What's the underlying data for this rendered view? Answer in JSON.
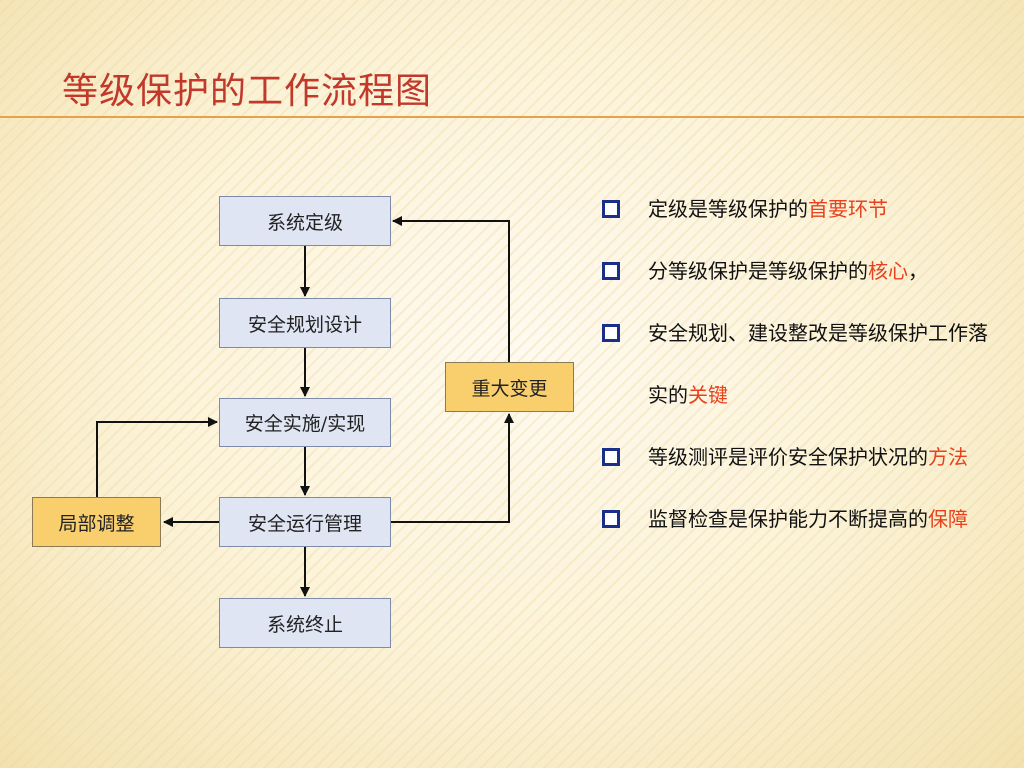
{
  "title": "等级保护的工作流程图",
  "colors": {
    "title": "#c0392b",
    "highlight": "#e8411e",
    "box_blue": "#dfe5f3",
    "box_orange": "#f9cf6e",
    "bullet_marker": "#1a2f8a"
  },
  "flow": {
    "boxes": {
      "grading": "系统定级",
      "planning": "安全规划设计",
      "implementation": "安全实施/实现",
      "operation": "安全运行管理",
      "termination": "系统终止",
      "major_change": "重大变更",
      "partial_adjust": "局部调整"
    }
  },
  "bullets": [
    {
      "prefix": "定级是等级保护的",
      "highlight": "首要环节",
      "suffix": ""
    },
    {
      "prefix": "分等级保护是等级保护的",
      "highlight": "核心",
      "suffix": "，"
    },
    {
      "prefix": "安全规划、建设整改是等级保护工作落实的",
      "highlight": "关键",
      "suffix": ""
    },
    {
      "prefix": "等级测评是评价安全保护状况的",
      "highlight": "方法",
      "suffix": ""
    },
    {
      "prefix": "监督检查是保护能力不断提高的",
      "highlight": "保障",
      "suffix": ""
    }
  ]
}
